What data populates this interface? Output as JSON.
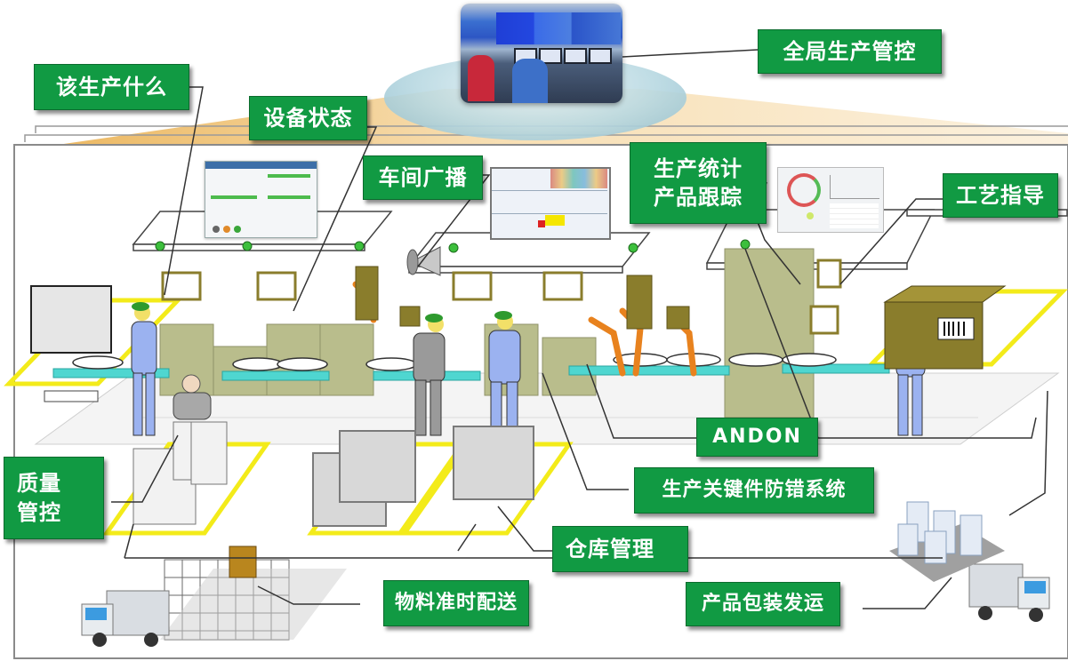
{
  "title": "智能工厂生产管控示意图",
  "theme": {
    "label_bg": "#119a43",
    "label_text": "#ffffff",
    "floor_marking": "#f3eb1a",
    "beam_color": "#f0c27a",
    "conveyor": "#4fd6d0",
    "machine": "#b9bd8c",
    "robot": "#e8821e",
    "worker_suit": "#9bb2f0",
    "worker_cap": "#2e9a2e"
  },
  "labels": {
    "global_control": "全局生产管控",
    "what_to_produce": "该生产什么",
    "equipment_status": "设备状态",
    "workshop_broadcast": "车间广播",
    "production_stats": "生产统计",
    "product_tracking": "产品跟踪",
    "process_guidance": "工艺指导",
    "andon": "ANDON",
    "error_proofing": "生产关键件防错系统",
    "quality_control_1": "质量",
    "quality_control_2": "管控",
    "warehouse_mgmt": "仓库管理",
    "material_delivery": "物料准时配送",
    "packaging_shipping": "产品包装发运"
  },
  "illustrations": {
    "control_room_photo": "control-room-photo",
    "status_dialog": "equipment-status-dialog",
    "broadcast_dashboard": "broadcast-dashboard",
    "stats_dashboard": "statistics-dashboard",
    "loudspeaker": "loudspeaker-icon",
    "andon_light": "andon-light-icon",
    "truck": "truck-icon",
    "buildings": "city-buildings-icon",
    "barcode": "barcode-icon"
  }
}
